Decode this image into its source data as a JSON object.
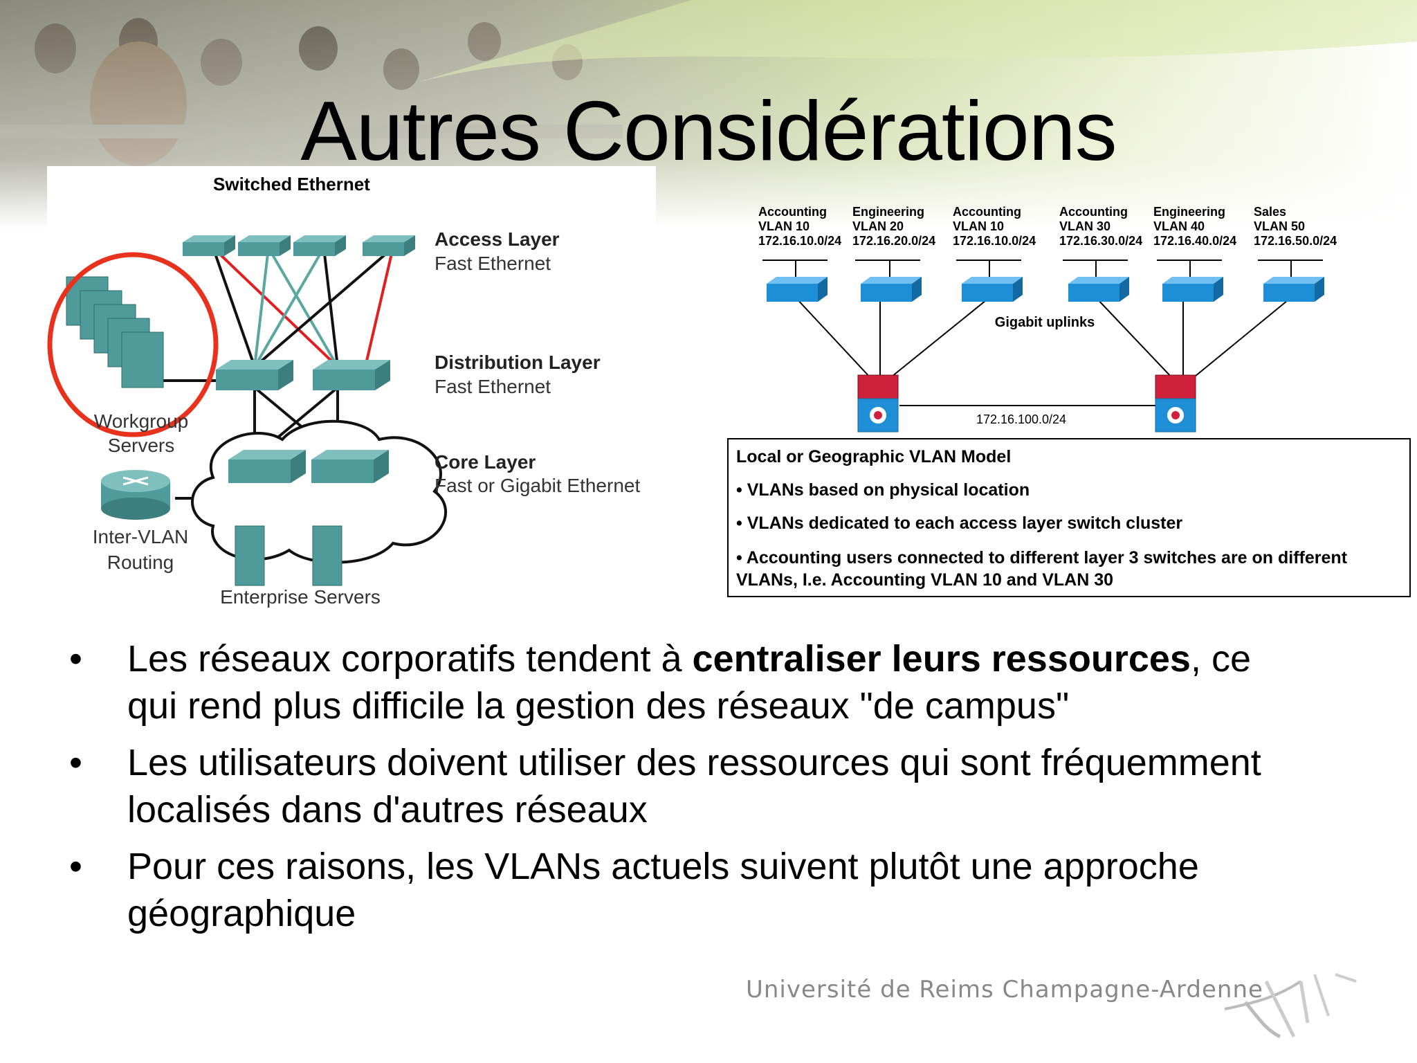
{
  "slide": {
    "title": "Autres Considérations",
    "footer": "Université de Reims Champagne-Ardenne"
  },
  "left_diagram": {
    "title": "Switched Ethernet",
    "access_layer": {
      "name": "Access Layer",
      "type": "Fast Ethernet"
    },
    "distribution_layer": {
      "name": "Distribution Layer",
      "type": "Fast Ethernet"
    },
    "core_layer": {
      "name": "Core Layer",
      "type": "Fast or Gigabit Ethernet"
    },
    "workgroup": {
      "line1": "Workgroup",
      "line2": "Servers"
    },
    "intervlan": {
      "line1": "Inter-VLAN",
      "line2": "Routing"
    },
    "enterprise": "Enterprise Servers",
    "colors": {
      "highlight": "#e8321e",
      "device": "#4f9a9a",
      "red_link": "#e02020",
      "teal_link": "#5aa6a0"
    }
  },
  "right_diagram": {
    "vlans": [
      {
        "dept": "Accounting",
        "vlan": "VLAN 10",
        "subnet": "172.16.10.0/24"
      },
      {
        "dept": "Engineering",
        "vlan": "VLAN 20",
        "subnet": "172.16.20.0/24"
      },
      {
        "dept": "Accounting",
        "vlan": "VLAN 10",
        "subnet": "172.16.10.0/24"
      },
      {
        "dept": "Accounting",
        "vlan": "VLAN 30",
        "subnet": "172.16.30.0/24"
      },
      {
        "dept": "Engineering",
        "vlan": "VLAN 40",
        "subnet": "172.16.40.0/24"
      },
      {
        "dept": "Sales",
        "vlan": "VLAN 50",
        "subnet": "172.16.50.0/24"
      }
    ],
    "uplinks_label": "Gigabit uplinks",
    "core_subnet": "172.16.100.0/24",
    "box": {
      "title": "Local or Geographic VLAN Model",
      "items": [
        "• VLANs based on physical location",
        "• VLANs dedicated to each access layer switch cluster",
        "• Accounting users connected to different layer 3 switches are on different",
        "VLANs, I.e. Accounting VLAN 10 and VLAN 30"
      ]
    },
    "colors": {
      "switch": "#1e8fd6",
      "l3_top": "#d0203a",
      "l3_bottom": "#1e8fd6"
    }
  },
  "bullets": [
    {
      "pre": "Les réseaux corporatifs tendent à ",
      "bold": "centraliser leurs ressources",
      "post": ", ce",
      "line2": "qui rend plus difficile la gestion des réseaux \"de campus\""
    },
    {
      "pre": "Les utilisateurs doivent utiliser des ressources qui sont fréquemment",
      "line2": "localisés dans d'autres réseaux"
    },
    {
      "pre": "Pour ces raisons, les VLANs actuels suivent plutôt une approche",
      "line2": "géographique"
    }
  ],
  "bullet_glyph": "•"
}
